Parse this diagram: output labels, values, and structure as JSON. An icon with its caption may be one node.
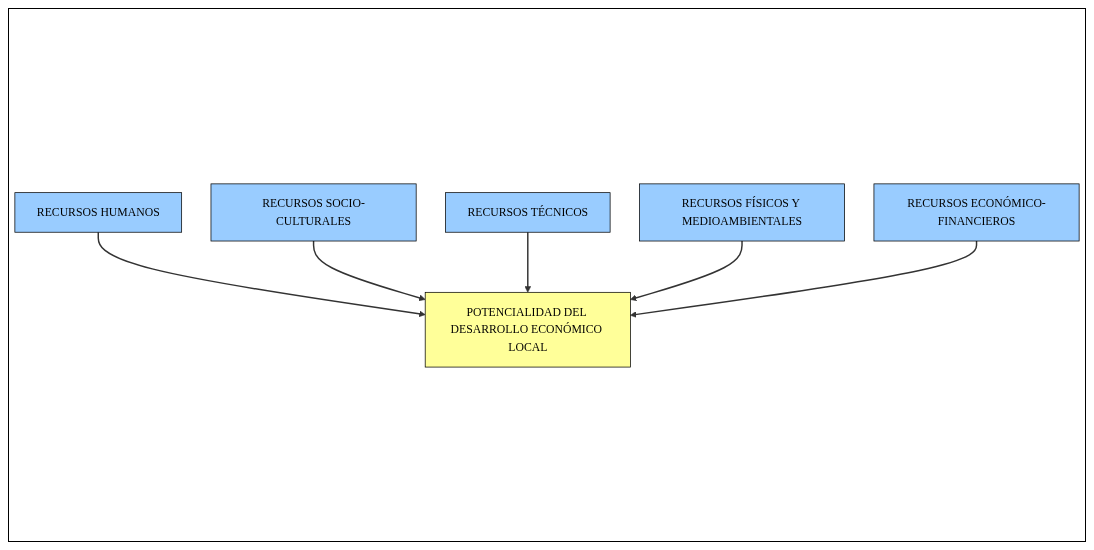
{
  "diagram": {
    "nodes": [
      {
        "text": [
          "RECURSOS HUMANOS"
        ]
      },
      {
        "text": [
          "RECURSOS SOCIO-CULTURALES"
        ]
      },
      {
        "text": [
          "RECURSOS TÉCNICOS"
        ]
      },
      {
        "text": [
          "POTENCIALIDAD DEL DESARROLLO ECONÓMICO LOCAL"
        ]
      },
      {
        "text": [
          "RECURSOS FÍSICOS Y MEDIOAMBIENTALES"
        ]
      },
      {
        "text": [
          "RECURSOS ECONÓMICO-FINANCIEROS"
        ]
      }
    ],
    "edges": [
      {
        "from": 0,
        "to": 3,
        "arrow": "to"
      },
      {
        "from": 1,
        "to": 3,
        "arrow": "to"
      },
      {
        "from": 2,
        "to": 3,
        "arrow": "to"
      },
      {
        "from": 4,
        "to": 3,
        "arrow": "to"
      },
      {
        "from": 5,
        "to": 3,
        "arrow": "to"
      }
    ]
  }
}
